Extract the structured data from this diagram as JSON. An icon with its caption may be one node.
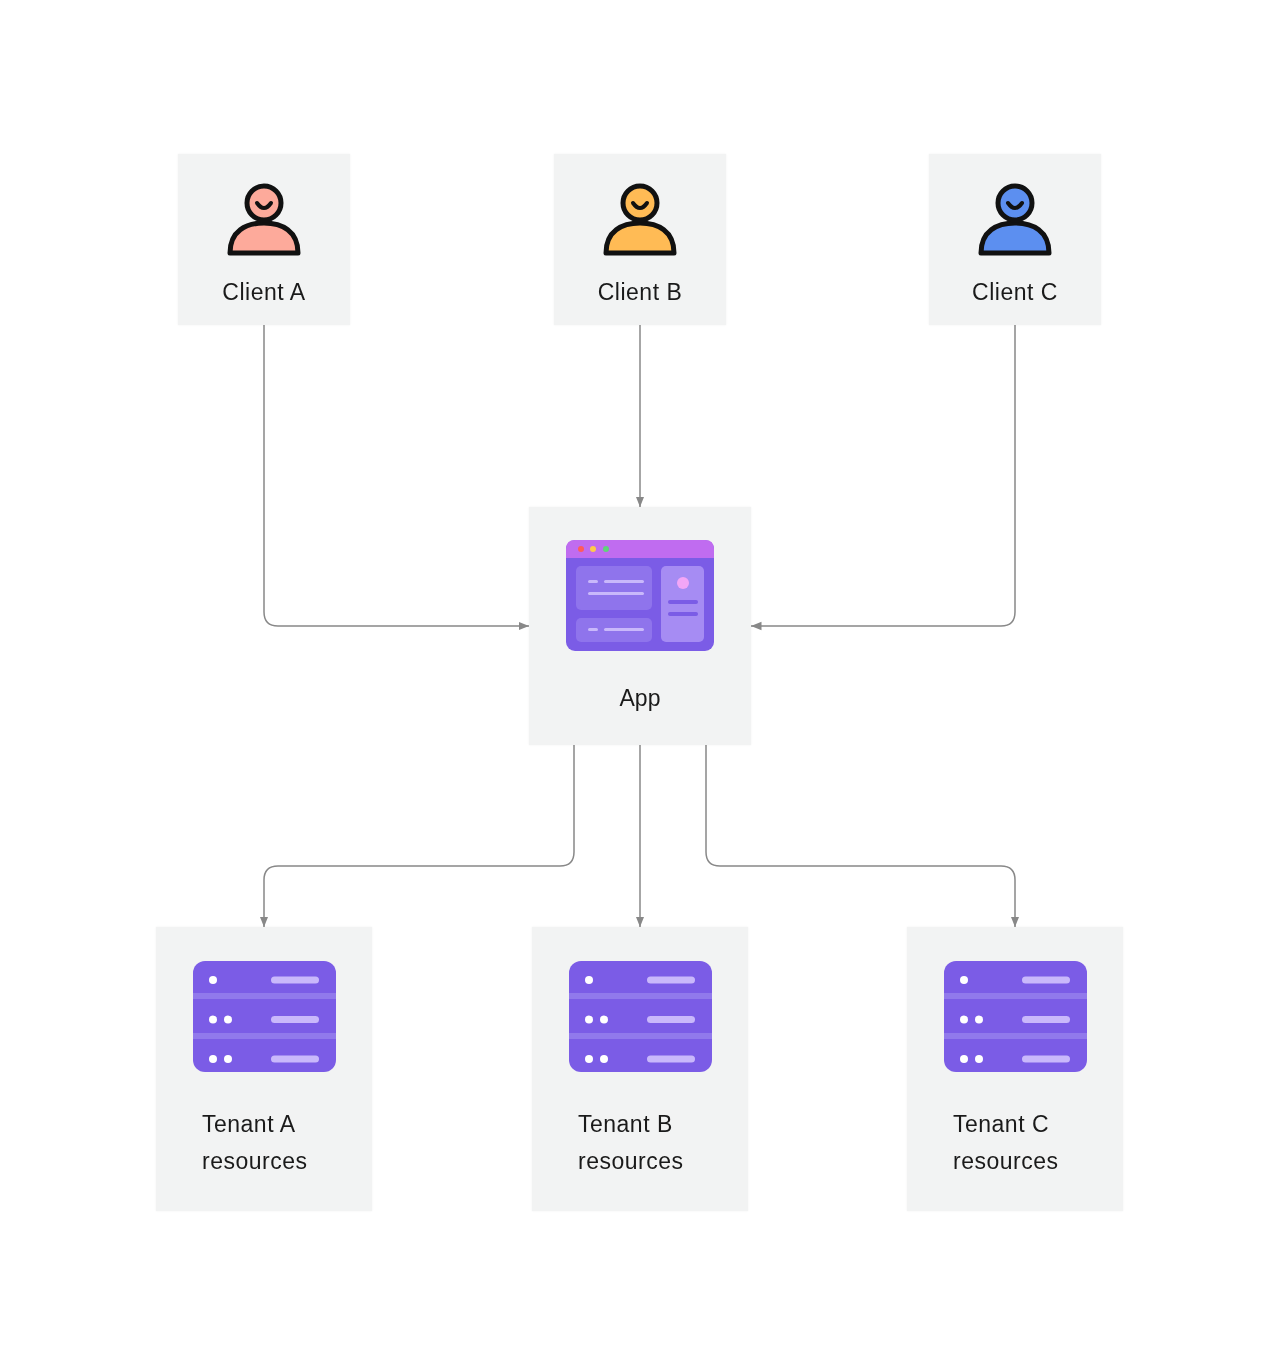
{
  "diagram": {
    "nodes": [
      {
        "text": [
          "Client A"
        ]
      },
      {
        "text": [
          "Client B"
        ]
      },
      {
        "text": [
          "Client C"
        ]
      },
      {
        "text": [
          "App"
        ]
      },
      {
        "text": [
          "Tenant A resources"
        ]
      },
      {
        "text": [
          "Tenant B resources"
        ]
      },
      {
        "text": [
          "Tenant C resources"
        ]
      }
    ],
    "edges": [
      {
        "from": 0,
        "to": 3,
        "arrow": "to"
      },
      {
        "from": 1,
        "to": 3,
        "arrow": "to"
      },
      {
        "from": 2,
        "to": 3,
        "arrow": "to"
      },
      {
        "from": 3,
        "to": 4,
        "arrow": "to"
      },
      {
        "from": 3,
        "to": 5,
        "arrow": "to"
      },
      {
        "from": 3,
        "to": 6,
        "arrow": "to"
      }
    ]
  }
}
